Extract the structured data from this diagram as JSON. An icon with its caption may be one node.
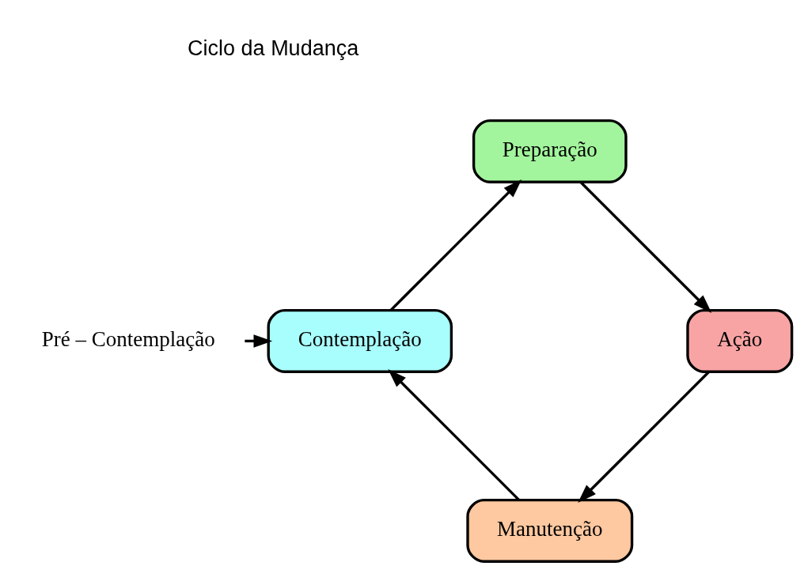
{
  "diagram": {
    "nodes": [
      {
        "text": [
          "Pré – Contemplação"
        ]
      },
      {
        "text": [
          "Contemplação"
        ]
      },
      {
        "text": [
          "Preparação"
        ]
      },
      {
        "text": [
          "Ação"
        ]
      },
      {
        "text": [
          "Manutenção"
        ]
      }
    ],
    "edges": [
      {
        "from": 0,
        "to": 1,
        "arrow": "to"
      },
      {
        "from": 1,
        "to": 2,
        "arrow": "to"
      },
      {
        "from": 2,
        "to": 3,
        "arrow": "to"
      },
      {
        "from": 3,
        "to": 4,
        "arrow": "to"
      },
      {
        "from": 4,
        "to": 1,
        "arrow": "to"
      }
    ],
    "labels": [
      "Ciclo da Mudança"
    ]
  }
}
